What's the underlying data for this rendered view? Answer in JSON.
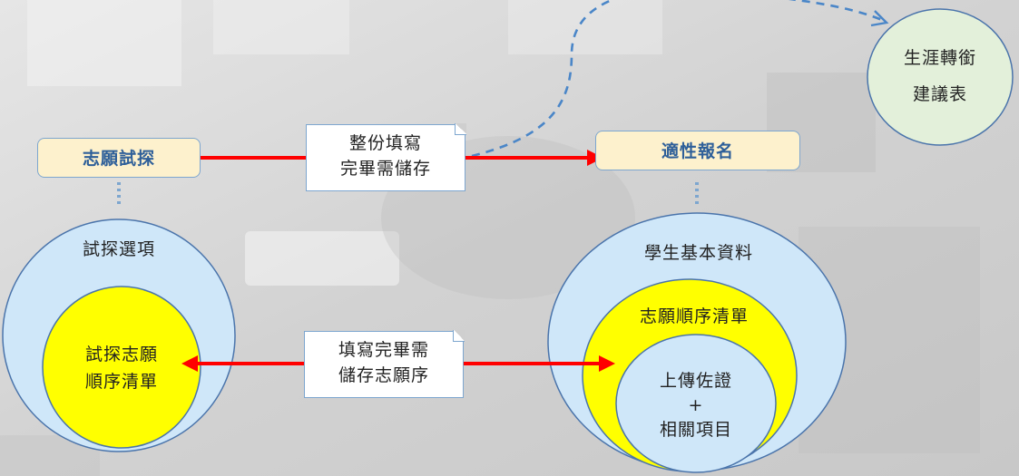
{
  "left": {
    "header": "志願試探",
    "outer_label": "試探選項",
    "inner_label_line1": "試探志願",
    "inner_label_line2": "順序清單"
  },
  "right": {
    "header": "適性報名",
    "outer_label": "學生基本資料",
    "middle_label": "志願順序清單",
    "inner_line1": "上傳佐證",
    "inner_line2": "+",
    "inner_line3": "相關項目"
  },
  "notes": {
    "top_line1": "整份填寫",
    "top_line2": "完畢需儲存",
    "bottom_line1": "填寫完畢需",
    "bottom_line2": "儲存志願序"
  },
  "career": {
    "line1": "生涯轉銜",
    "line2": "建議表"
  },
  "colors": {
    "header_fill": "#fdf1cd",
    "header_text": "#2e5f99",
    "outer_circle": "#cfe7f9",
    "yellow_circle": "#ffff00",
    "green_circle": "#e3f0da",
    "arrow": "#ff0000",
    "outline": "#4a74ab",
    "connector": "#7da6cf"
  }
}
